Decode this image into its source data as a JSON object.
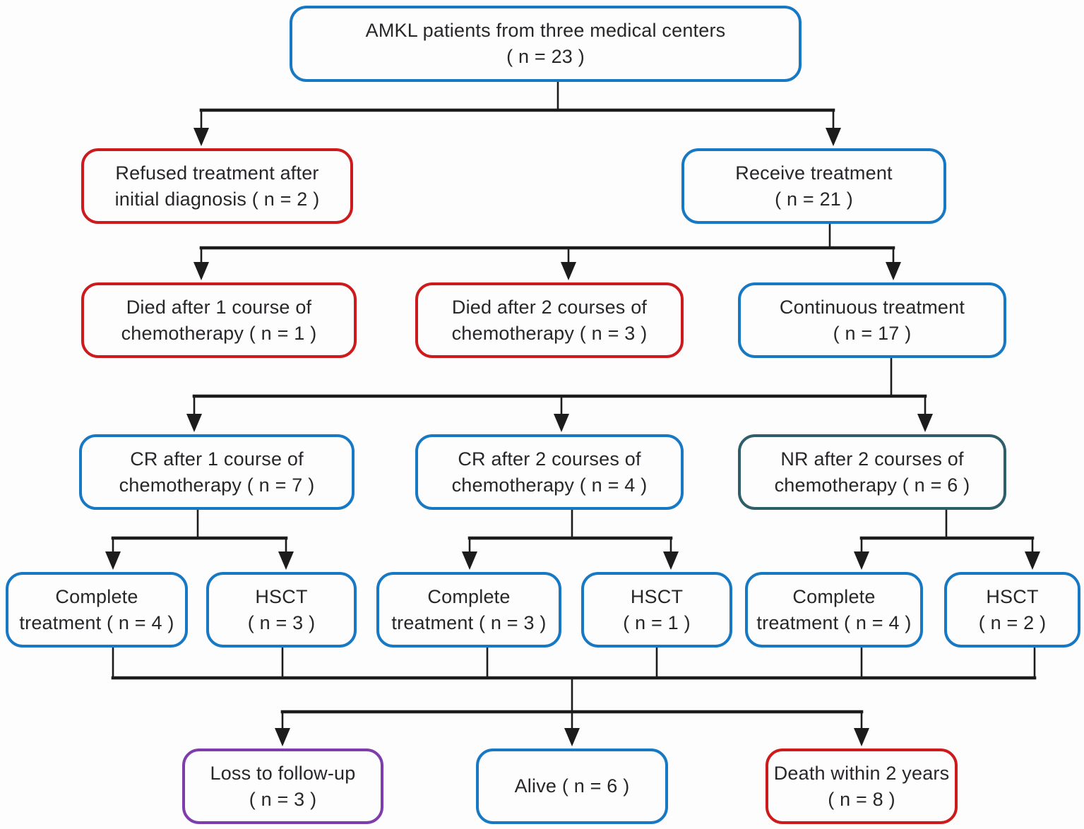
{
  "title": "AMKL patient treatment flowchart",
  "colors": {
    "blue": "#1778c4",
    "red": "#cd1a1c",
    "teal": "#2e5e6a",
    "purple": "#7e3dab",
    "line": "#1c1c1c",
    "text": "#29262a",
    "box_fill": "#fdfdfd",
    "page_bg": "#fdfdfd"
  },
  "nodes": {
    "root": {
      "line1": "AMKL patients from three medical centers",
      "line2": "( n = 23 )",
      "color": "blue"
    },
    "refused": {
      "line1": "Refused treatment after",
      "line2": "initial diagnosis ( n = 2 )",
      "color": "red"
    },
    "receive": {
      "line1": "Receive treatment",
      "line2": "( n = 21 )",
      "color": "blue"
    },
    "died1": {
      "line1": "Died after 1 course of",
      "line2": "chemotherapy ( n = 1 )",
      "color": "red"
    },
    "died2": {
      "line1": "Died after 2 courses of",
      "line2": "chemotherapy ( n = 3 )",
      "color": "red"
    },
    "continuous": {
      "line1": "Continuous treatment",
      "line2": "( n = 17 )",
      "color": "blue"
    },
    "cr1": {
      "line1": "CR after 1 course of",
      "line2": "chemotherapy ( n = 7 )",
      "color": "blue"
    },
    "cr2": {
      "line1": "CR after 2 courses of",
      "line2": "chemotherapy ( n = 4 )",
      "color": "blue"
    },
    "nr": {
      "line1": "NR after 2 courses of",
      "line2": "chemotherapy ( n = 6 )",
      "color": "teal"
    },
    "ct1": {
      "line1": "Complete",
      "line2": "treatment ( n = 4 )",
      "color": "blue"
    },
    "hsct_a": {
      "line1": "HSCT",
      "line2": "( n = 3 )",
      "color": "blue"
    },
    "ct2": {
      "line1": "Complete",
      "line2": "treatment ( n = 3 )",
      "color": "blue"
    },
    "hsct_b": {
      "line1": "HSCT",
      "line2": "( n = 1 )",
      "color": "blue"
    },
    "ct3": {
      "line1": "Complete",
      "line2": "treatment ( n = 4 )",
      "color": "blue"
    },
    "hsct_c": {
      "line1": "HSCT",
      "line2": "( n = 2 )",
      "color": "blue"
    },
    "loss": {
      "line1": "Loss to follow-up",
      "line2": "( n = 3 )",
      "color": "purple"
    },
    "alive": {
      "line1": "Alive ( n = 6 )",
      "color": "blue"
    },
    "death": {
      "line1": "Death within 2 years",
      "line2": "( n = 8 )",
      "color": "red"
    }
  }
}
